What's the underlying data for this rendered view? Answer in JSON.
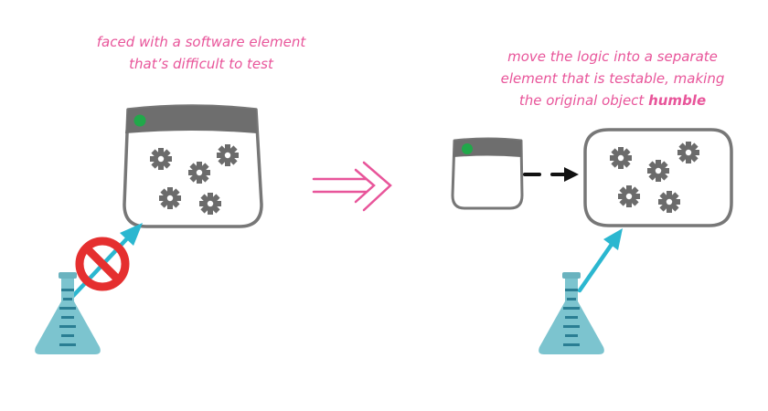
{
  "left_caption": {
    "line1": "faced with a software element",
    "line2": "that’s difficult to test"
  },
  "right_caption": {
    "line1": "move the logic into a separate",
    "line2": "element that is testable, making",
    "line3_prefix": "the original object ",
    "line3_emphasis": "humble"
  },
  "colors": {
    "caption": "#e8559a",
    "outline": "#777777",
    "titlebar": "#6e6e6e",
    "status_dot": "#21a84a",
    "gear": "#6b6b6b",
    "test_arrow": "#2bb7d0",
    "flask": "#7cc4cf",
    "flask_marks": "#2a7e93",
    "prohibited": "#e52f2f",
    "transform_arrow": "#e8559a"
  },
  "icons": [
    "gear-icon",
    "no-entry-icon",
    "test-flask-icon",
    "implies-arrow-icon"
  ]
}
